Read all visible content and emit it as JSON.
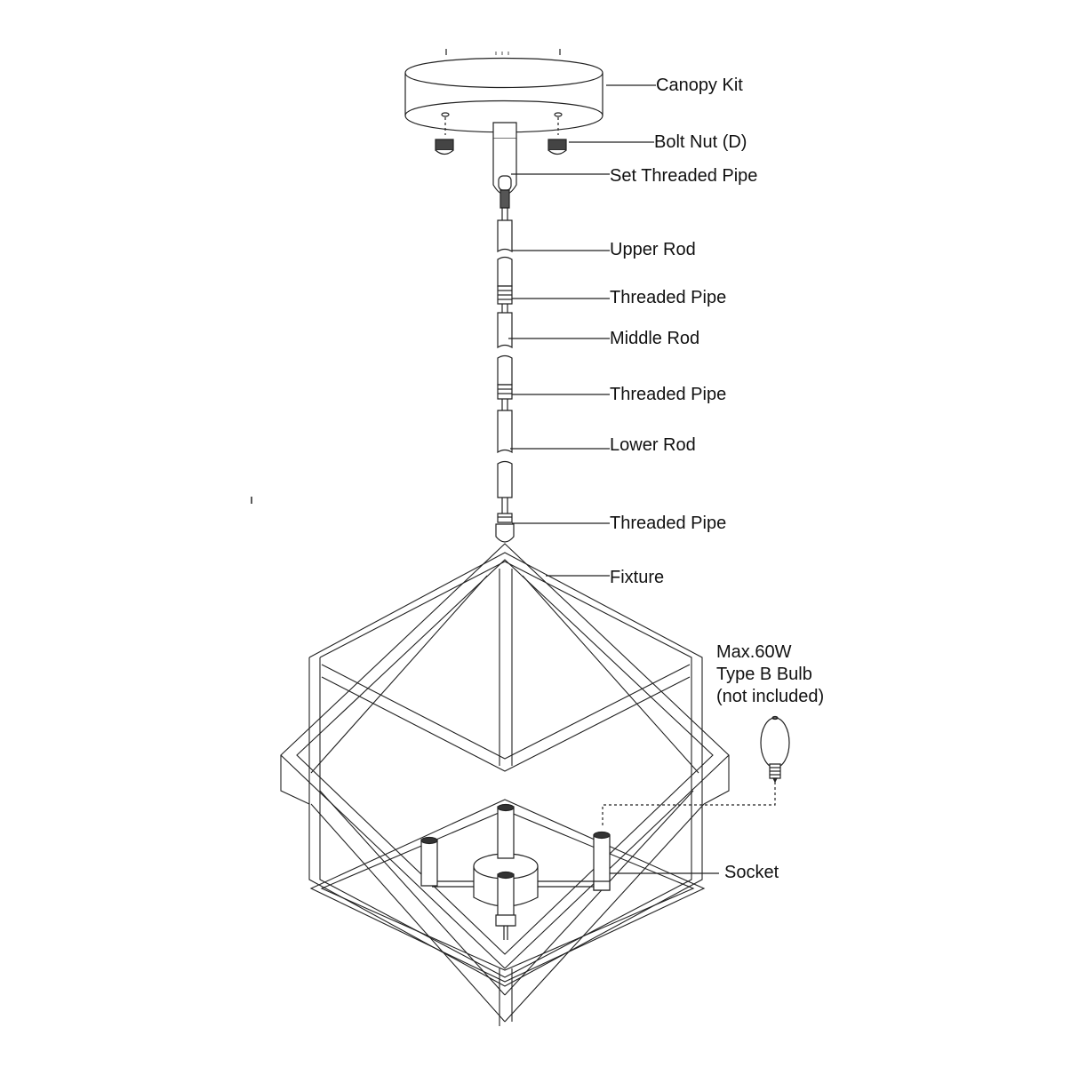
{
  "diagram": {
    "type": "exploded-assembly",
    "subject": "Geometric cube pendant light fixture",
    "stroke_color": "#222222",
    "background": "#ffffff"
  },
  "labels": {
    "canopy_kit": "Canopy Kit",
    "bolt_nut": "Bolt Nut (D)",
    "set_threaded_pipe": "Set Threaded Pipe",
    "upper_rod": "Upper Rod",
    "threaded_pipe_1": "Threaded Pipe",
    "middle_rod": "Middle Rod",
    "threaded_pipe_2": "Threaded Pipe",
    "lower_rod": "Lower Rod",
    "threaded_pipe_3": "Threaded Pipe",
    "fixture": "Fixture",
    "bulb_line1": "Max.60W",
    "bulb_line2": "Type B Bulb",
    "bulb_line3": "(not included)",
    "socket": "Socket"
  },
  "icons": {
    "canopy": "canopy-disc-icon",
    "bolt_nut": "knurled-nut-icon",
    "bulb": "type-b-bulb-icon"
  }
}
